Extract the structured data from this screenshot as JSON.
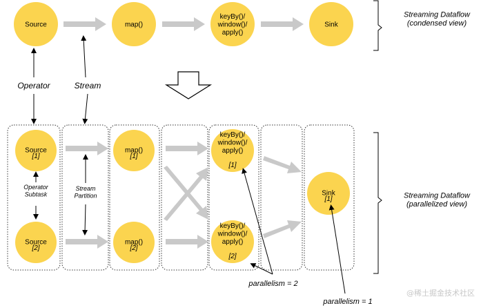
{
  "colors": {
    "node": "#fbd44f",
    "arrow": "#c9c9c9",
    "line": "#000000",
    "box": "#333333"
  },
  "top": {
    "nodes": [
      {
        "label": "Source"
      },
      {
        "label": "map()"
      },
      {
        "label": "keyBy()/\nwindow()/\napply()"
      },
      {
        "label": "Sink"
      }
    ],
    "annotations": {
      "operator": "Operator",
      "stream": "Stream"
    },
    "caption": "Streaming Dataflow\n(condensed view)"
  },
  "bottom": {
    "nodes": [
      {
        "label": "Source",
        "index": "[1]"
      },
      {
        "label": "Source",
        "index": "[2]"
      },
      {
        "label": "map()",
        "index": "[1]"
      },
      {
        "label": "map()",
        "index": "[2]"
      },
      {
        "label": "keyBy()/\nwindow()/\napply()",
        "index": "[1]"
      },
      {
        "label": "keyBy()/\nwindow()/\napply()",
        "index": "[2]"
      },
      {
        "label": "Sink",
        "index": "[1]"
      }
    ],
    "annotations": {
      "operator_subtask": "Operator\nSubtask",
      "stream_partition": "Stream\nPartition",
      "parallelism_2": "parallelism = 2",
      "parallelism_1": "parallelism = 1"
    },
    "caption": "Streaming Dataflow\n(parallelized view)"
  },
  "watermark": "@稀土掘金技术社区"
}
